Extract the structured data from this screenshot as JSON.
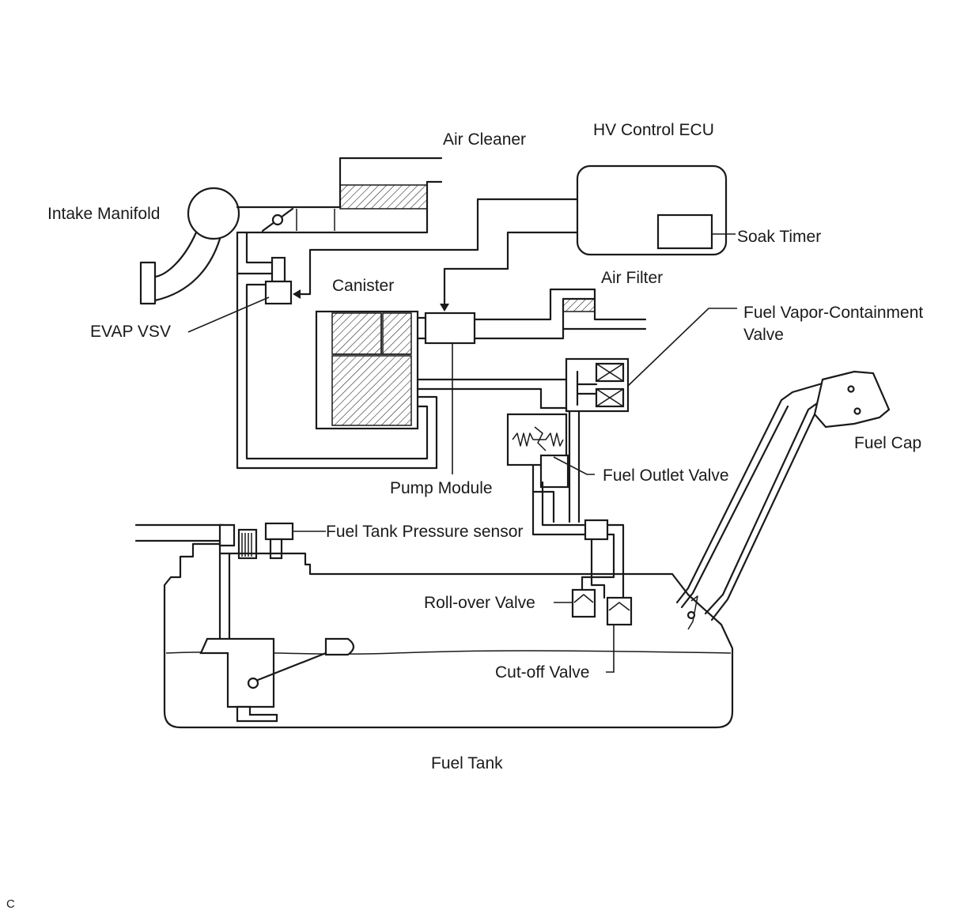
{
  "labels": {
    "air_cleaner": "Air Cleaner",
    "hv_control_ecu": "HV Control ECU",
    "intake_manifold": "Intake Manifold",
    "soak_timer": "Soak Timer",
    "air_filter": "Air Filter",
    "canister": "Canister",
    "fuel_vapor_containment_valve_line1": "Fuel Vapor-Containment",
    "fuel_vapor_containment_valve_line2": "Valve",
    "evap_vsv": "EVAP VSV",
    "fuel_cap": "Fuel Cap",
    "fuel_outlet_valve": "Fuel Outlet Valve",
    "pump_module": "Pump Module",
    "fuel_tank_pressure_sensor": "Fuel Tank Pressure sensor",
    "roll_over_valve": "Roll-over Valve",
    "cut_off_valve": "Cut-off Valve",
    "fuel_tank": "Fuel Tank",
    "corner_mark": "C"
  }
}
